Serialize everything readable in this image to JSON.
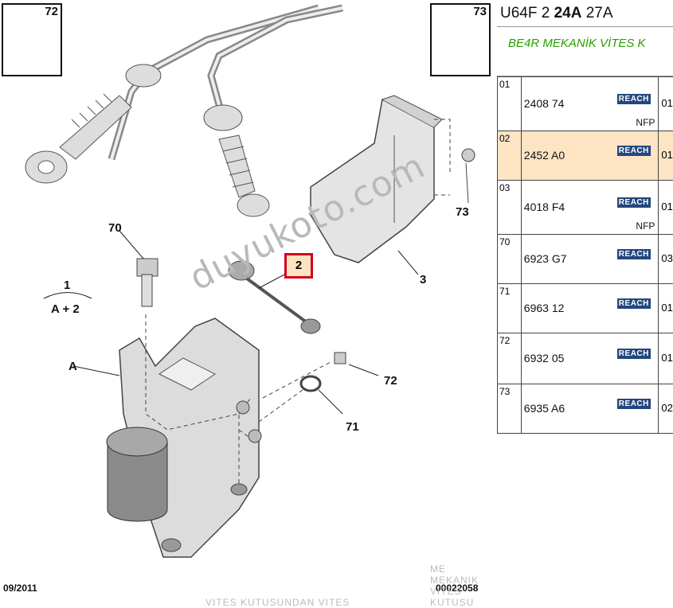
{
  "diagram": {
    "insets": [
      {
        "num": "72"
      },
      {
        "num": "73"
      }
    ],
    "callouts": {
      "c70": "70",
      "c73": "73",
      "c72": "72",
      "c71": "71",
      "c3": "3",
      "cA": "A",
      "c1": "1",
      "cA2": "A + 2",
      "c2": "2"
    },
    "footer_left": "09/2011",
    "footer_right": "00022058",
    "ghost_left": "VITES KUTUSUNDAN VITES",
    "ghost_right": "ME MEKANIK VITES KUTUSU",
    "watermark": "duyukoto.com"
  },
  "panel": {
    "header": {
      "a": "U64F 2 ",
      "b": "24A",
      "c": " 27A"
    },
    "subtitle": "BE4R MEKANİK VİTES K",
    "reach_label": "REACH",
    "rows": [
      {
        "pos": "01",
        "ref": "2408 74",
        "nfp": "NFP",
        "qty": "01",
        "selected": false
      },
      {
        "pos": "02",
        "ref": "2452 A0",
        "nfp": "",
        "qty": "01",
        "selected": true
      },
      {
        "pos": "03",
        "ref": "4018 F4",
        "nfp": "NFP",
        "qty": "01",
        "selected": false
      },
      {
        "pos": "70",
        "ref": "6923 G7",
        "nfp": "",
        "qty": "03",
        "selected": false
      },
      {
        "pos": "71",
        "ref": "6963 12",
        "nfp": "",
        "qty": "01",
        "selected": false
      },
      {
        "pos": "72",
        "ref": "6932 05",
        "nfp": "",
        "qty": "01",
        "selected": false
      },
      {
        "pos": "73",
        "ref": "6935 A6",
        "nfp": "",
        "qty": "02",
        "selected": false
      }
    ]
  },
  "colors": {
    "highlight_row": "#fde4c3",
    "callout_box": "#d0021b",
    "reach_badge": "#23477e",
    "subtitle": "#2aa000"
  }
}
